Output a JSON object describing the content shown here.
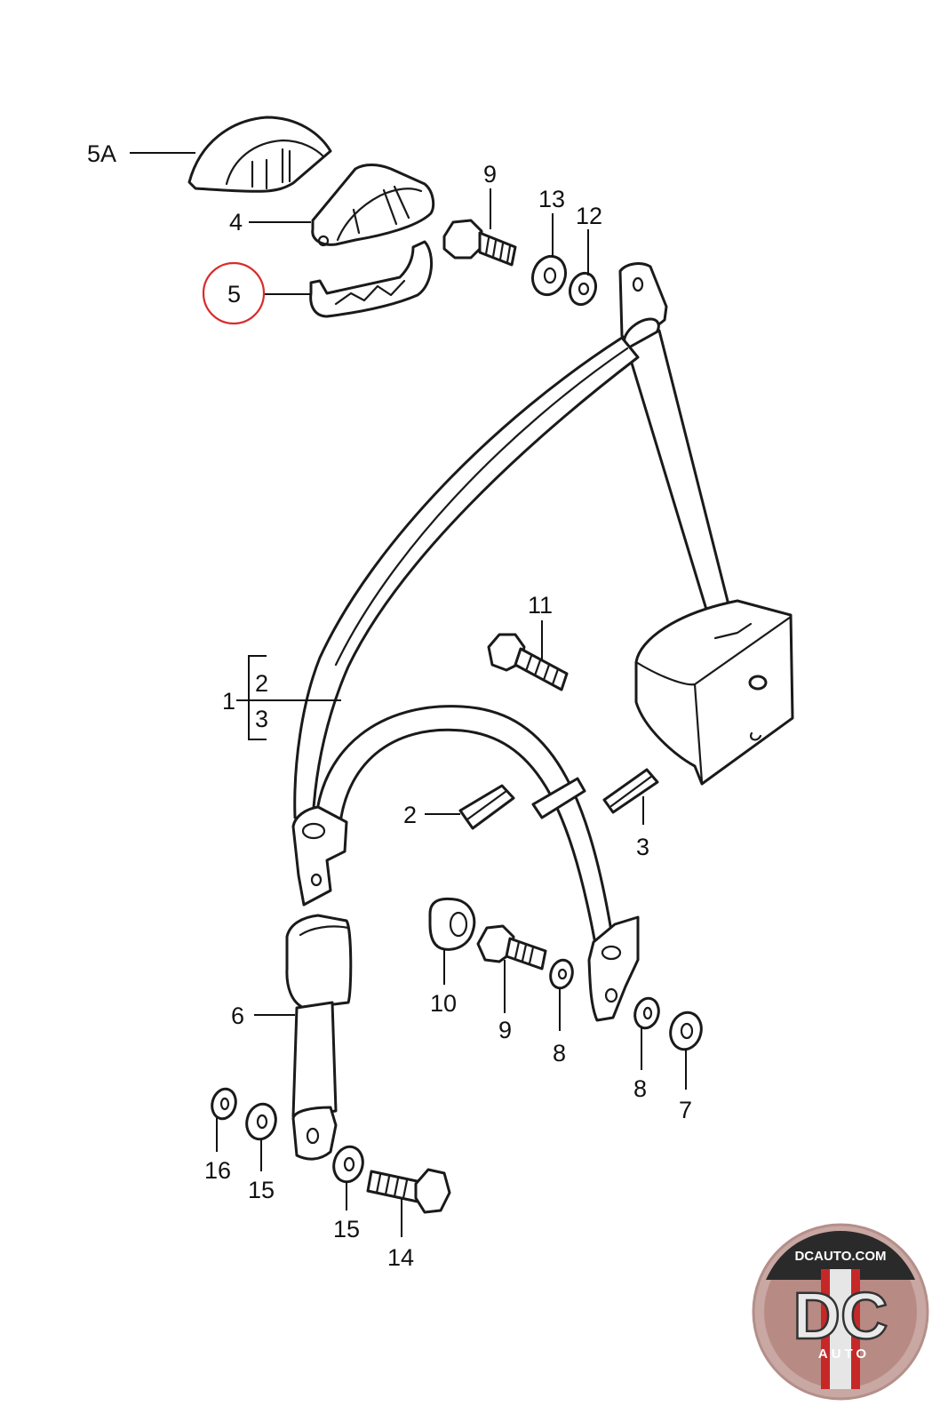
{
  "diagram": {
    "labels": {
      "5A": "5A",
      "4": "4",
      "5": "5",
      "9a": "9",
      "13": "13",
      "12": "12",
      "11": "11",
      "1": "1",
      "2top": "2",
      "3top": "3",
      "2": "2",
      "3": "3",
      "10": "10",
      "9b": "9",
      "8a": "8",
      "8b": "8",
      "7": "7",
      "6": "6",
      "16": "16",
      "15a": "15",
      "15b": "15",
      "14": "14"
    },
    "highlight_color": "#d92b2b",
    "line_color": "#1a1a1a"
  },
  "logo": {
    "site": "DCAUTO.COM",
    "initials": "DC",
    "subtitle": "AUTO",
    "colors": {
      "ring": "#c9a7a3",
      "red": "#c62828",
      "dark": "#2a2a2a"
    }
  }
}
